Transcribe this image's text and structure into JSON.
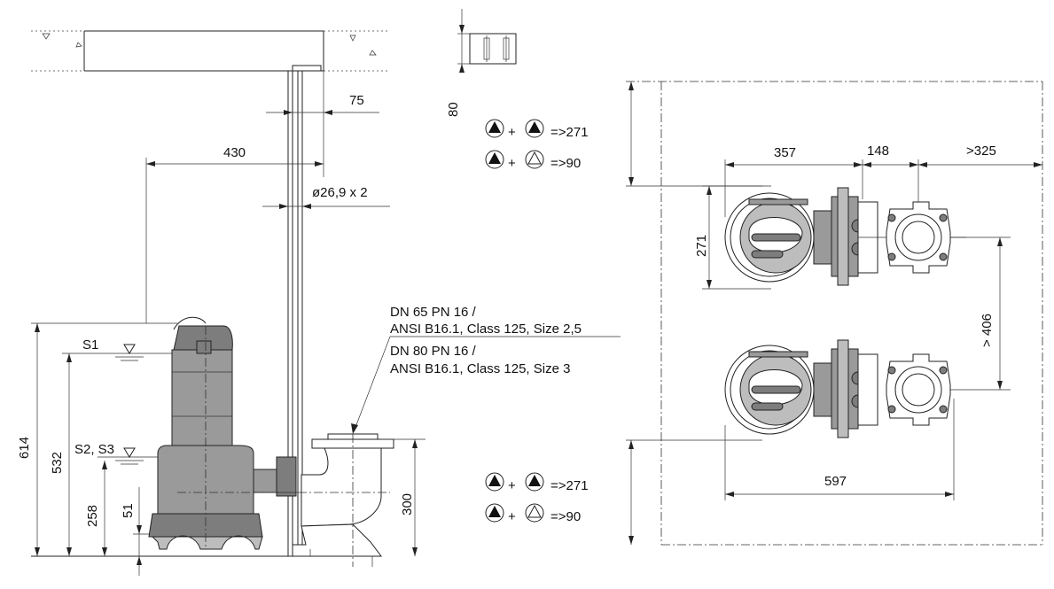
{
  "dimensions": {
    "d75": "75",
    "d430": "430",
    "pipe": "ø26,9 x 2",
    "d80": "80",
    "d614": "614",
    "d532": "532",
    "d258": "258",
    "d51": "51",
    "d300": "300",
    "d357": "357",
    "d148": "148",
    "d325": ">325",
    "d271": "271",
    "d406": "> 406",
    "d597": "597"
  },
  "levels": {
    "s1": "S1",
    "s23": "S2, S3"
  },
  "flange": {
    "line1": "DN 65 PN 16 /",
    "line2": "ANSI B16.1, Class 125, Size 2,5",
    "line3": "DN 80 PN 16 /",
    "line4": "ANSI B16.1, Class 125, Size 3"
  },
  "legend_top": {
    "plus": "+",
    "row1": "=>271",
    "row2": "=>90"
  },
  "legend_bottom": {
    "plus": "+",
    "row1": "=>271",
    "row2": "=>90"
  }
}
